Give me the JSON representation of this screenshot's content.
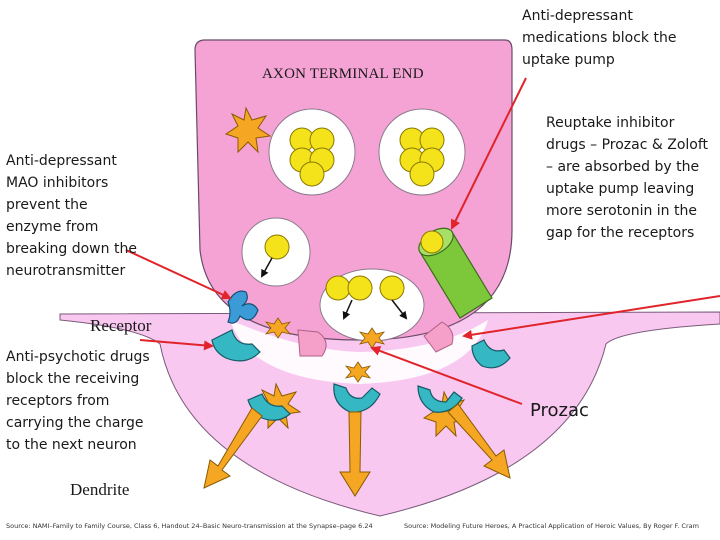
{
  "labels": {
    "axon_terminal": "AXON TERMINAL END",
    "mao_inhibitors": "Anti-depressant MAO inhibitors prevent the enzyme from breaking down the neurotransmitter",
    "uptake_pump": "Anti-depressant medications block the uptake pump",
    "reuptake_inhibitor": "Reuptake inhibitor drugs – Prozac & Zoloft – are absorbed by the uptake pump leaving more serotonin in the gap for the receptors",
    "receptor": "Receptor",
    "antipsychotic": "Anti-psychotic drugs block the receiving receptors from carrying the charge to the next neuron",
    "prozac": "Prozac",
    "dendrite": "Dendrite"
  },
  "sources": {
    "left": "Source: NAMI–Family to Family Course, Class 6, Handout 24–Basic Neuro-transmission at the Synapse–page 6.24",
    "right": "Source: Modeling Future Heroes, A Practical Application of Heroic Values, By Roger F. Cram"
  },
  "colors": {
    "axon": "#f5a3d4",
    "dendrite": "#f8c8f0",
    "vesicle": "#ffffff",
    "neurotransmitter": "#f4e21a",
    "receptor": "#36b8c4",
    "uptake_pump": "#7cc73a",
    "enzyme": "#3a9bd6",
    "arrow_red": "#e0242a",
    "arrow_orange": "#f5a623",
    "star": "#f5a623",
    "blocker": "#f5a0c8"
  }
}
